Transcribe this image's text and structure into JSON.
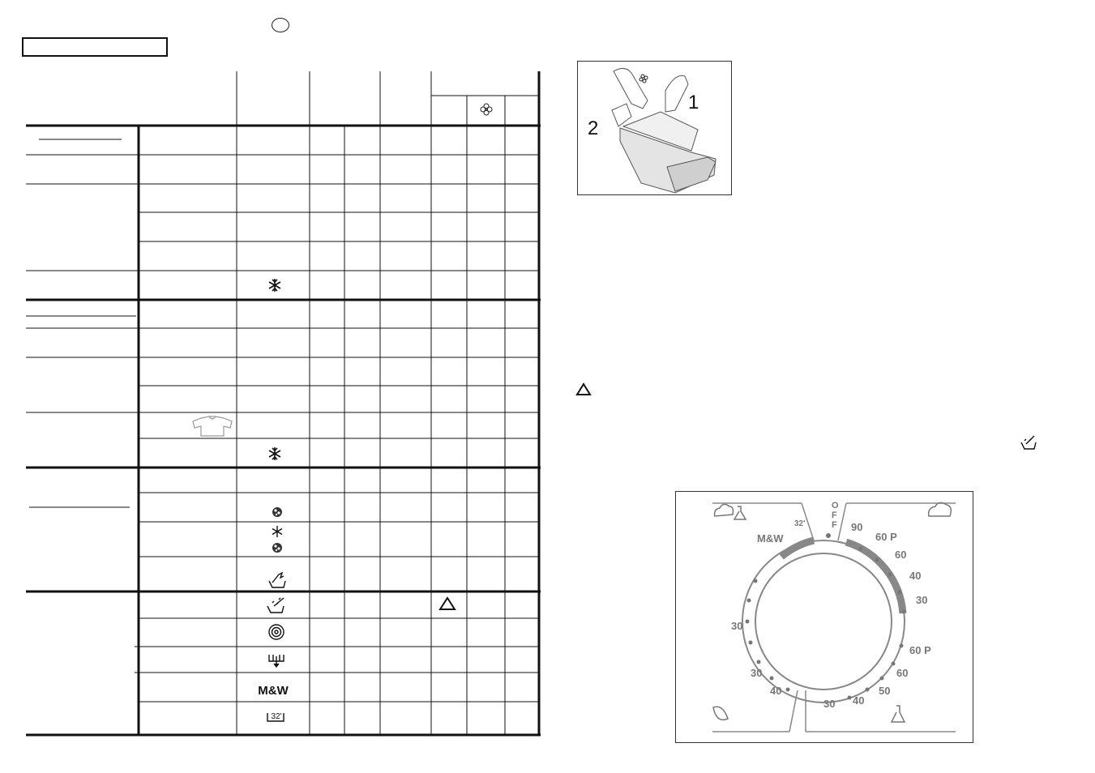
{
  "page": {
    "language_badge": ""
  },
  "table": {
    "header_softener_icon": "flower-softener-icon",
    "symbols": {
      "freeze_a": "snowflake-icon",
      "shirt": "shirt-icon",
      "freeze_b": "snowflake-icon",
      "wool": "wool-ball-icon",
      "freeze_c": "snowflake-icon",
      "wool_b": "wool-ball-icon",
      "hand_wash": "hand-wash-icon",
      "rinse": "rinse-icon",
      "spin": "spin-icon",
      "drain": "drain-icon",
      "mw": "M&W",
      "quick_label": "32'"
    },
    "warning_mark": "warning-triangle-icon"
  },
  "figure": {
    "label_1": "1",
    "label_2": "2"
  },
  "dial": {
    "off": "OFF",
    "mw": "M&W",
    "quick": "32'",
    "right_labels": [
      "90",
      "60 P",
      "60",
      "40",
      "30"
    ],
    "right_lower": [
      "60 P",
      "60",
      "50",
      "40",
      "30"
    ],
    "left_labels": [
      "30",
      "30",
      "40"
    ]
  }
}
